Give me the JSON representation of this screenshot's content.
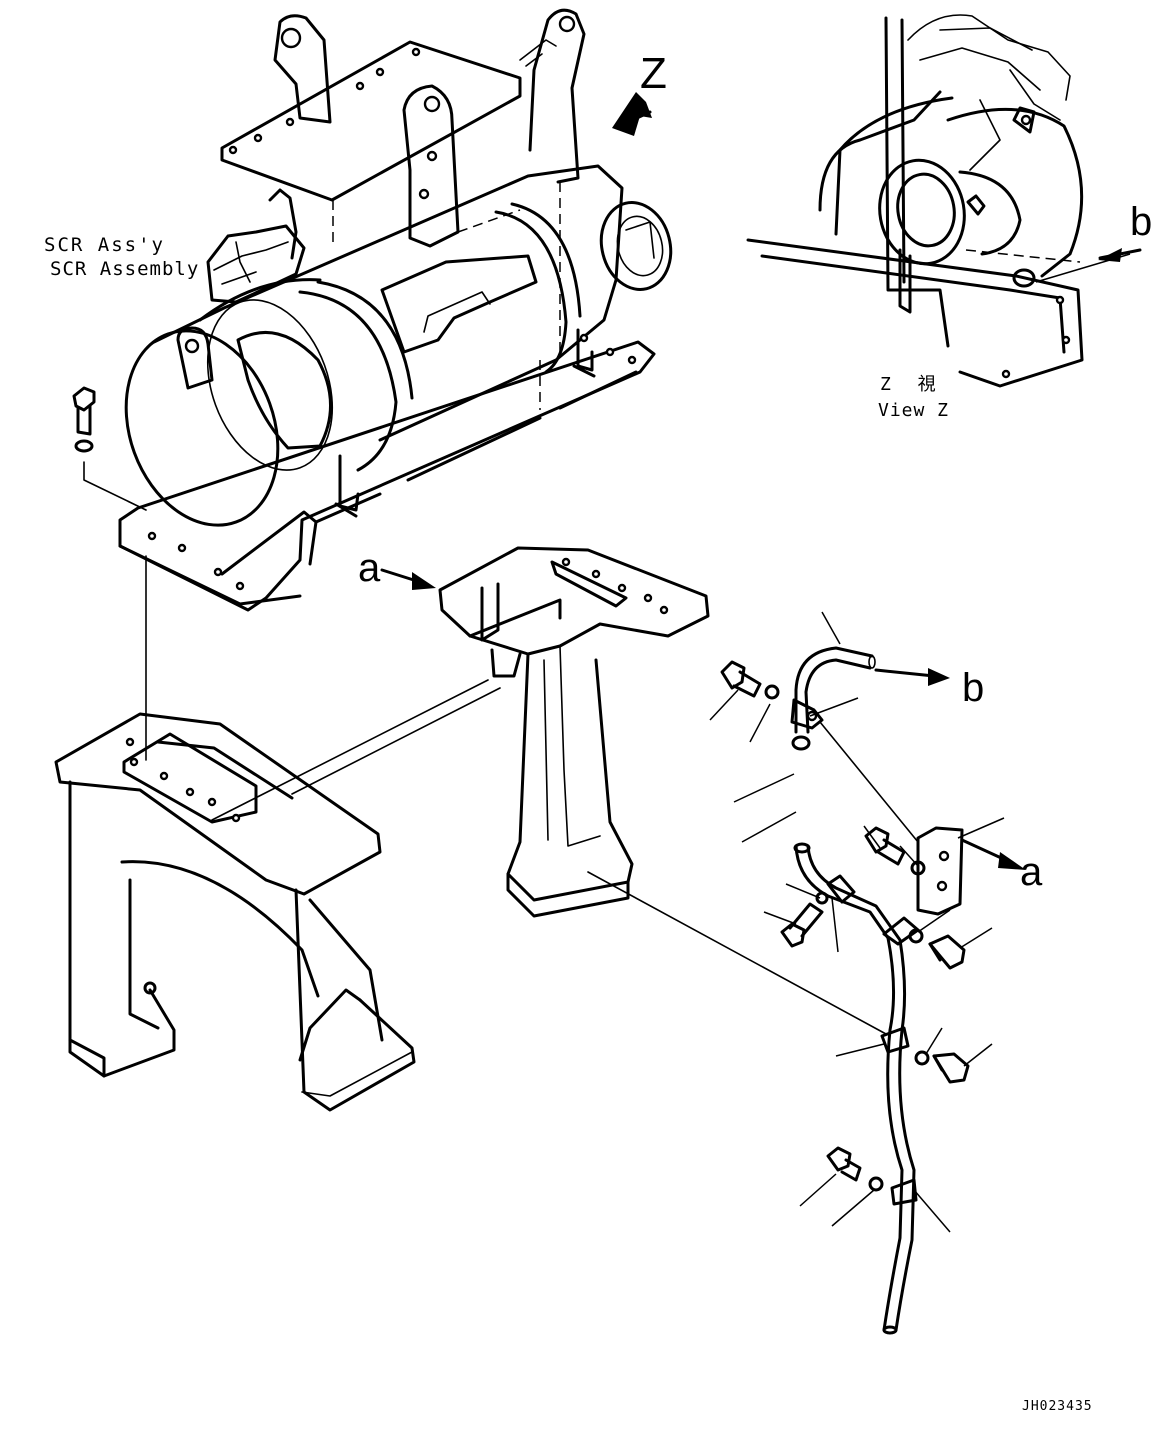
{
  "labels": {
    "scr_assy_jp": "SCR Ass'y",
    "scr_assy_en": "SCR Assembly",
    "view_z_mark": "Z",
    "view_z_jp": "Z 視",
    "view_z_en": "View Z",
    "ref_b_top": "b",
    "ref_a_frame": "a",
    "ref_b_pipe": "b",
    "ref_a_bracket": "a",
    "drawing_number": "JH023435"
  }
}
